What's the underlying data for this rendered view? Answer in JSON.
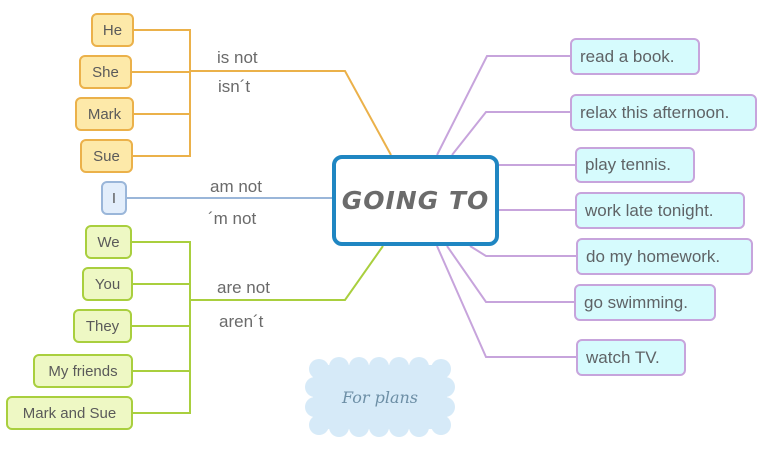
{
  "center": {
    "title": "GOING TO",
    "border_color": "#1f86c2"
  },
  "branches": {
    "is_not": {
      "color": "#ebb14a",
      "labels": [
        "is not",
        "isn´t"
      ],
      "subjects": [
        "He",
        "She",
        "Mark",
        "Sue"
      ]
    },
    "am_not": {
      "color": "#9ab6d9",
      "labels": [
        "am not",
        "´m not"
      ],
      "subjects": [
        "I"
      ]
    },
    "are_not": {
      "color": "#a9cf3e",
      "labels": [
        "are not",
        "aren´t"
      ],
      "subjects": [
        "We",
        "You",
        "They",
        "My friends",
        "Mark and Sue"
      ]
    }
  },
  "activities": {
    "color": "#c7a4dc",
    "items": [
      "read a book.",
      "relax this afternoon.",
      "play tennis.",
      "work late tonight.",
      "do my homework.",
      "go swimming.",
      "watch TV."
    ]
  },
  "note": {
    "text": "For plans",
    "color": "#d6eaf8"
  }
}
